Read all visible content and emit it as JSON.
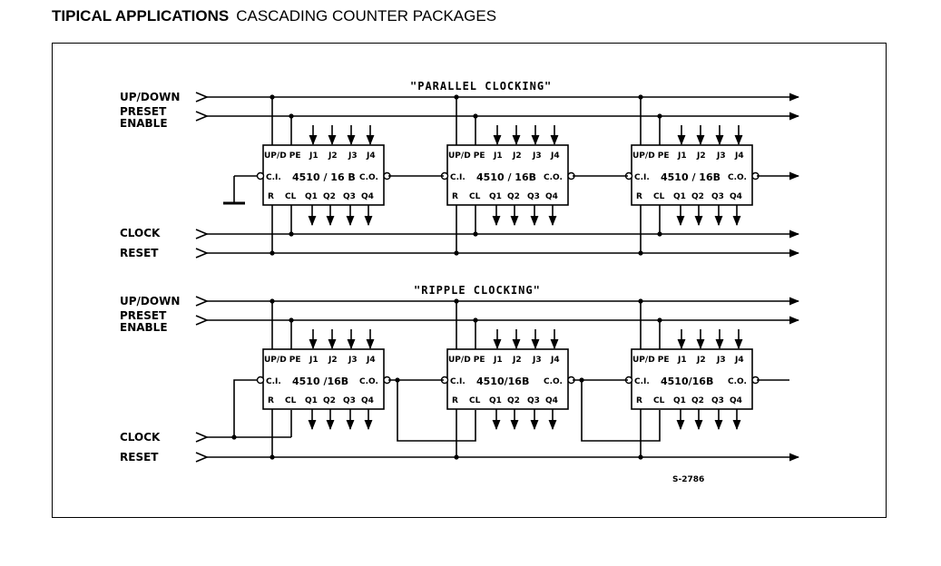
{
  "heading": {
    "bold": "TIPICAL APPLICATIONS",
    "normal": "CASCADING COUNTER PACKAGES"
  },
  "parallel": {
    "title": "\"PARALLEL CLOCKING\"",
    "updown": "UP/DOWN",
    "preset": "PRESET",
    "enable": "ENABLE",
    "clock": "CLOCK",
    "reset": "RESET",
    "chips": [
      {
        "top": [
          "UP/D PE",
          "J1",
          "J2",
          "J3",
          "J4"
        ],
        "ci": "C.I.",
        "name": "4510 / 16 B",
        "co": "C.O.",
        "bottom": [
          "R",
          "CL",
          "Q1",
          "Q2",
          "Q3",
          "Q4"
        ]
      },
      {
        "top": [
          "UP/D PE",
          "J1",
          "J2",
          "J3",
          "J4"
        ],
        "ci": "C.I.",
        "name": "4510 / 16B",
        "co": "C.O.",
        "bottom": [
          "R",
          "CL",
          "Q1",
          "Q2",
          "Q3",
          "Q4"
        ]
      },
      {
        "top": [
          "UP/D PE",
          "J1",
          "J2",
          "J3",
          "J4"
        ],
        "ci": "C.I.",
        "name": "4510 / 16B",
        "co": "C.O.",
        "bottom": [
          "R",
          "CL",
          "Q1",
          "Q2",
          "Q3",
          "Q4"
        ]
      }
    ]
  },
  "ripple": {
    "title": "\"RIPPLE CLOCKING\"",
    "updown": "UP/DOWN",
    "preset": "PRESET",
    "enable": "ENABLE",
    "clock": "CLOCK",
    "reset": "RESET",
    "chips": [
      {
        "top": [
          "UP/D PE",
          "J1",
          "J2",
          "J3",
          "J4"
        ],
        "ci": "C.I.",
        "name": "4510 /16B",
        "co": "C.O.",
        "bottom": [
          "R",
          "CL",
          "Q1",
          "Q2",
          "Q3",
          "Q4"
        ]
      },
      {
        "top": [
          "UP/D PE",
          "J1",
          "J2",
          "J3",
          "J4"
        ],
        "ci": "C.I.",
        "name": "4510/16B",
        "co": "C.O.",
        "bottom": [
          "R",
          "CL",
          "Q1",
          "Q2",
          "Q3",
          "Q4"
        ]
      },
      {
        "top": [
          "UP/D PE",
          "J1",
          "J2",
          "J3",
          "J4"
        ],
        "ci": "C.I.",
        "name": "4510/16B",
        "co": "C.O.",
        "bottom": [
          "R",
          "CL",
          "Q1",
          "Q2",
          "Q3",
          "Q4"
        ]
      }
    ]
  },
  "figure_code": "S-2786"
}
